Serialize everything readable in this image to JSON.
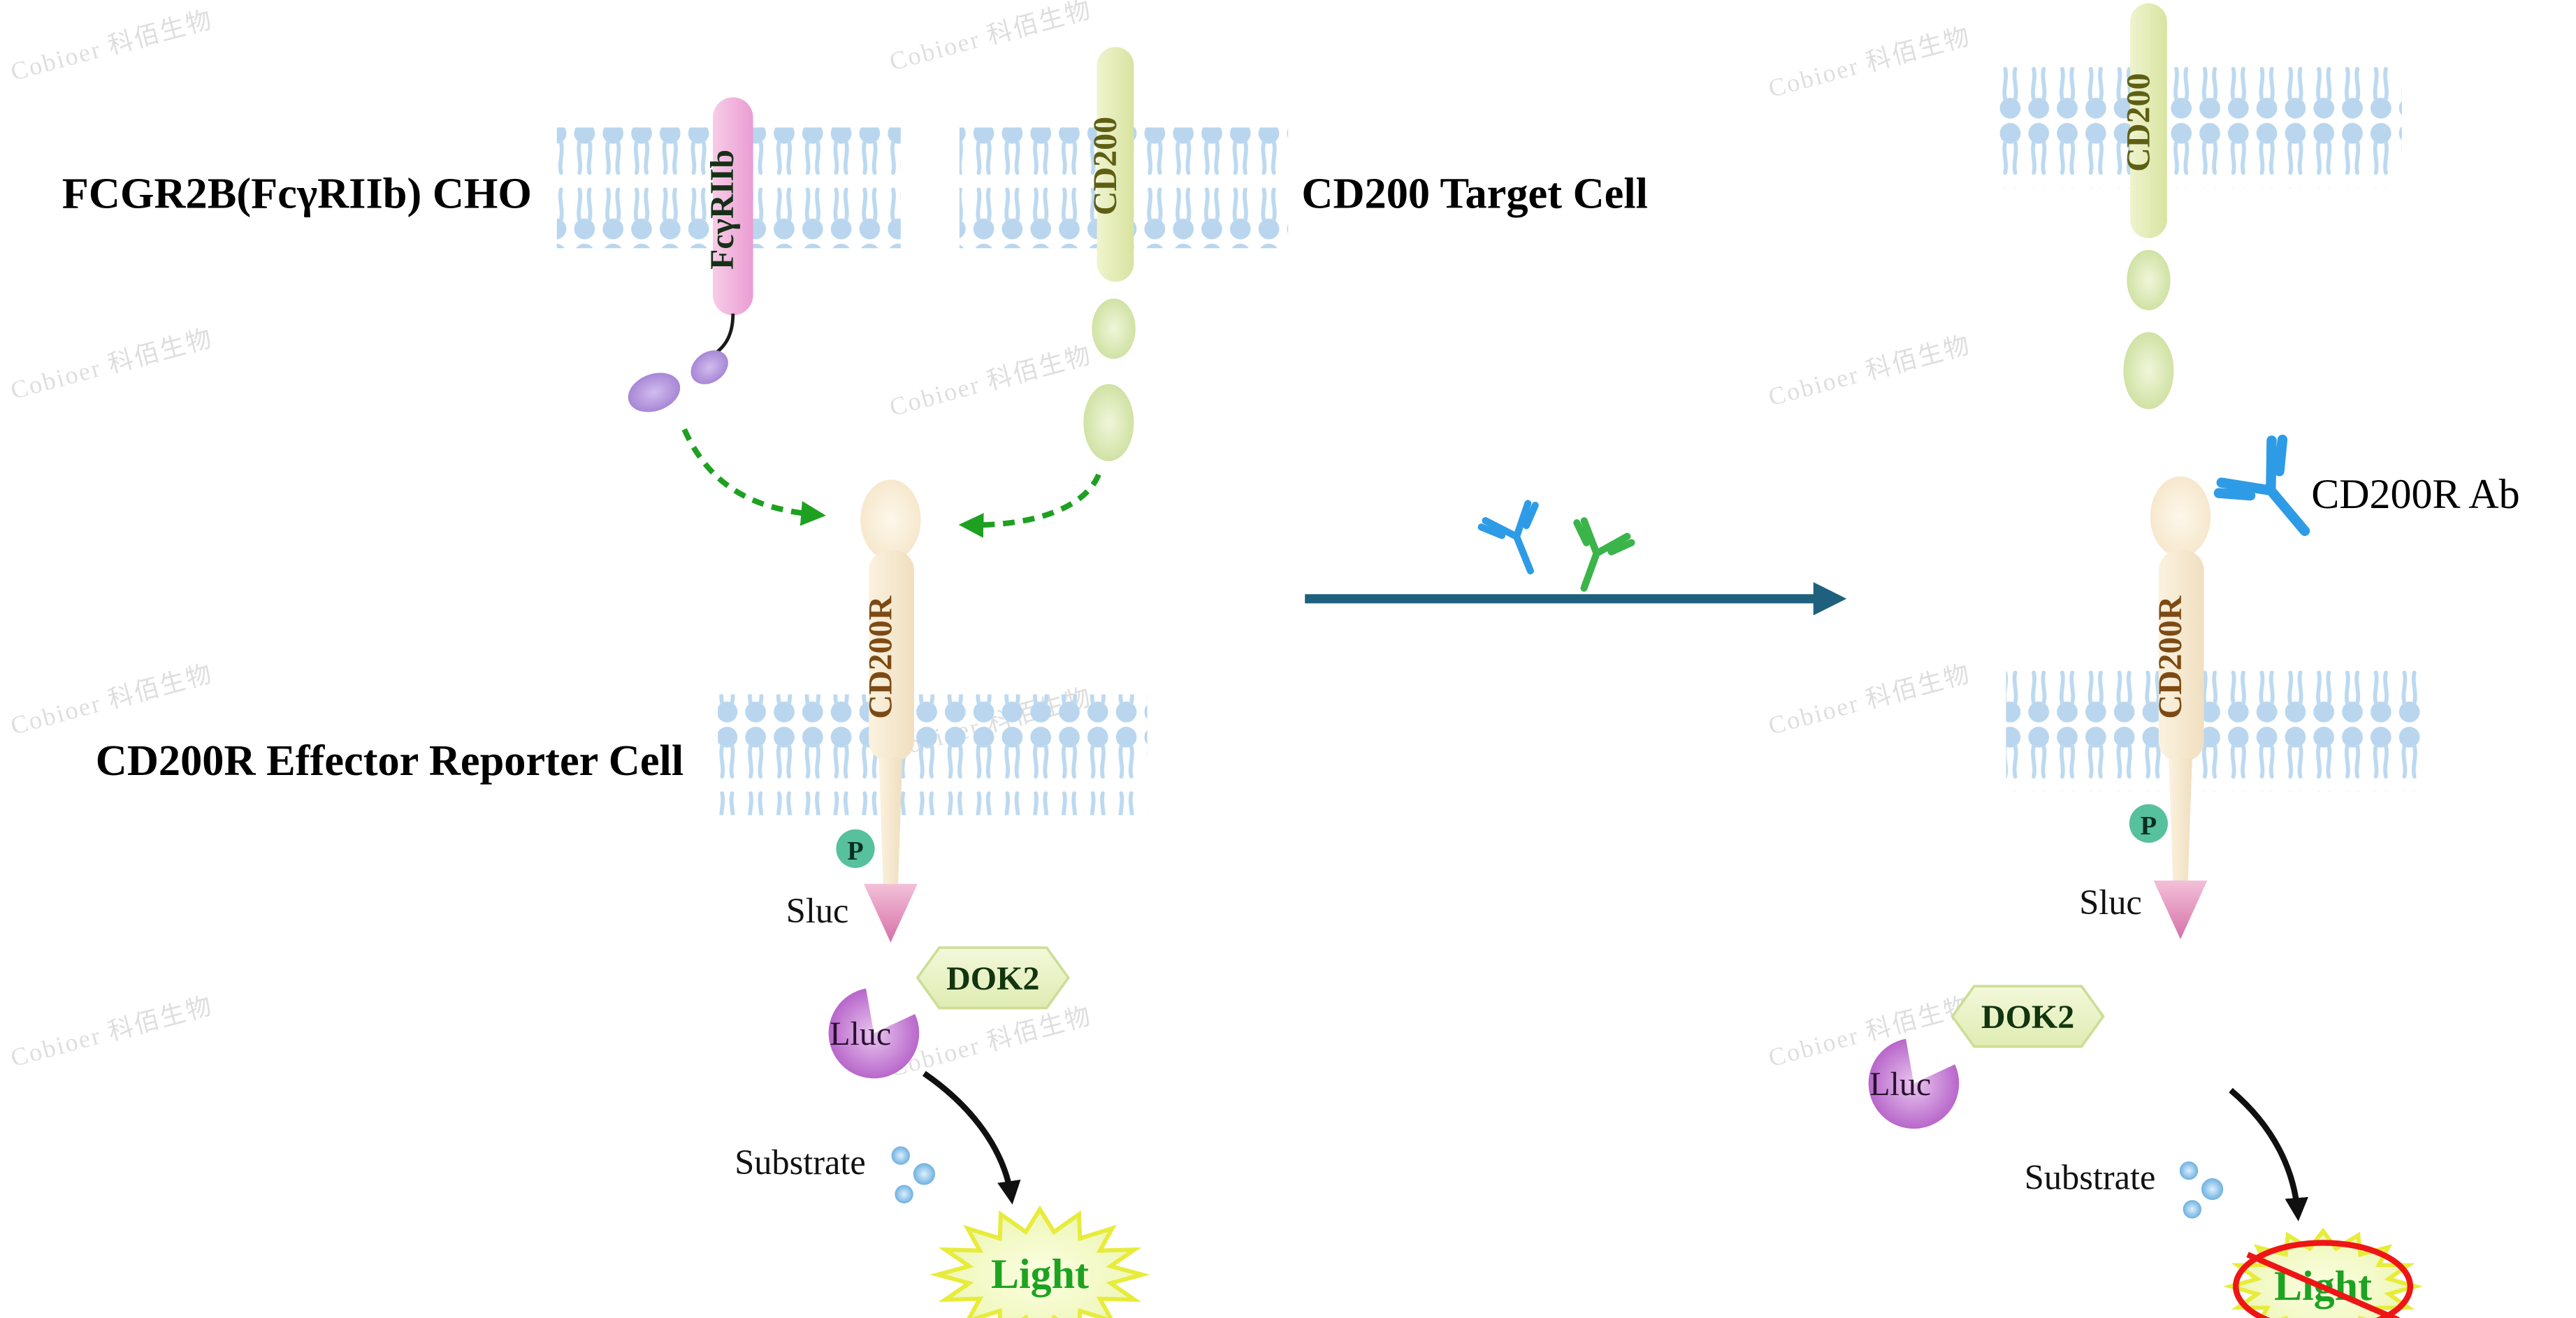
{
  "watermark": {
    "text": "Cobioer 科佰生物"
  },
  "left_panel": {
    "cho_cell_label": "FCGR2B(FcγRIIb) CHO",
    "target_cell_label": "CD200 Target Cell",
    "effector_cell_label": "CD200R Effector Reporter Cell",
    "fcgr2b_label": "FcγRIIb",
    "cd200_label": "CD200",
    "cd200r_label": "CD200R",
    "phospho_label": "P",
    "sluc_label": "Sluc",
    "dok2_label": "DOK2",
    "lluc_label": "Lluc",
    "substrate_label": "Substrate",
    "light_label": "Light"
  },
  "right_panel": {
    "cd200_label": "CD200",
    "antibody_label": "CD200R Ab",
    "cd200r_label": "CD200R",
    "phospho_label": "P",
    "sluc_label": "Sluc",
    "dok2_label": "DOK2",
    "lluc_label": "Lluc",
    "substrate_label": "Substrate",
    "light_label": "Light"
  },
  "icons": {
    "membrane": "lipid-bilayer",
    "antibody": "y-shaped-antibody",
    "phospho": "phosphate-circle",
    "light": "starburst",
    "blocked": "no-symbol",
    "substrate": "blue-dots"
  },
  "colors": {
    "membrane_blue": "#b9d6ee",
    "fcgr2b_pink": "#ea9cd2",
    "receptor_purple": "#a787d5",
    "cd200_green": "#d8e3a0",
    "cd200r_cream": "#f2e2c4",
    "sluc_pink": "#d671a8",
    "phospho_teal": "#57c09c",
    "dok2_green": "#dfecb2",
    "lluc_purple": "#b867cb",
    "substrate_blue": "#6fb1e0",
    "light_yellow": "#e7ec3a",
    "light_text_green": "#1da321",
    "binding_arrow_green": "#1ea020",
    "assay_arrow_teal": "#1f607e",
    "blocked_red": "#ee1515",
    "antibody_blue": "#2e9be6",
    "antibody_green": "#3bb44a"
  }
}
